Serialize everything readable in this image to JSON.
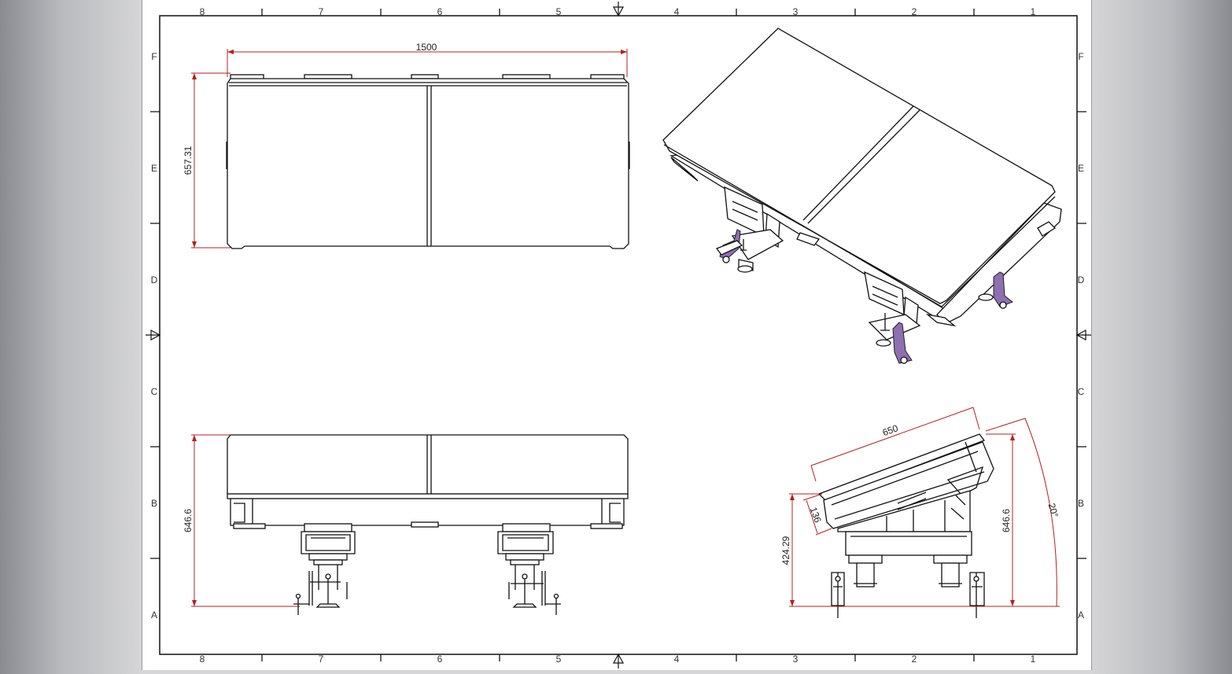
{
  "sheet": {
    "column_numbers": [
      "8",
      "7",
      "6",
      "5",
      "4",
      "3",
      "2",
      "1"
    ],
    "row_letters": [
      "F",
      "E",
      "D",
      "C",
      "B",
      "A"
    ]
  },
  "views": {
    "top": {
      "width_dim": "1500",
      "depth_dim": "657.31"
    },
    "front": {
      "height_dim": "646.6"
    },
    "side": {
      "length_dim": "650",
      "thickness_dim": "136",
      "base_height_dim": "424.29",
      "height_dim": "646.6",
      "tilt_angle": "20°"
    }
  },
  "colors": {
    "dimension": "#b42020",
    "clamp_accent": "#8e6fb0",
    "frame": "#111111"
  }
}
